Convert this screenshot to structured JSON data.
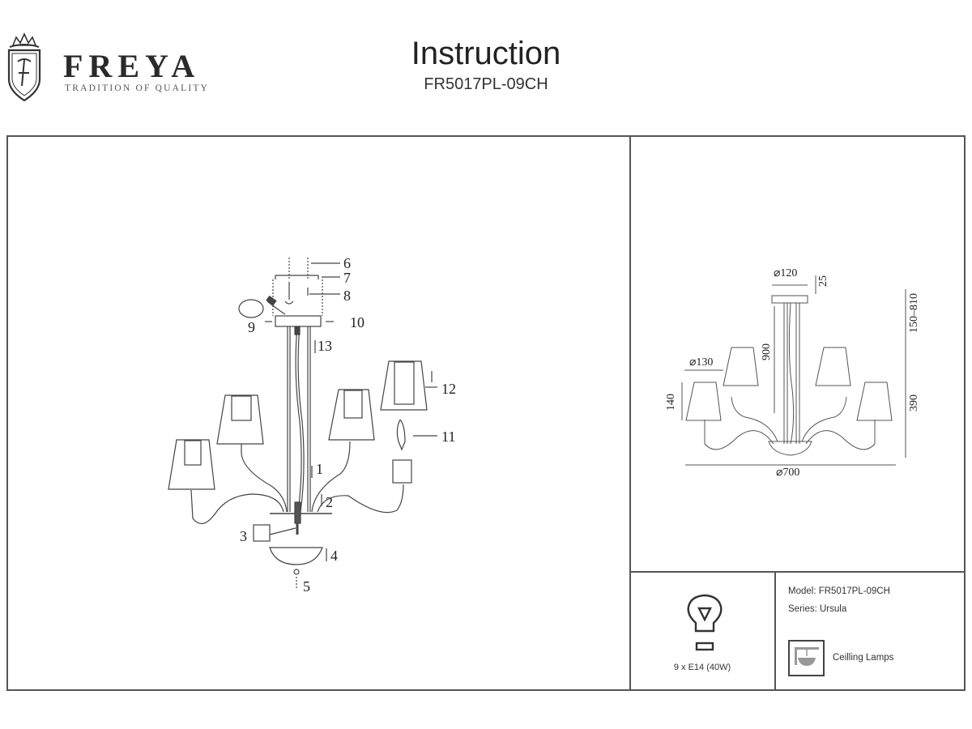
{
  "header": {
    "brand": "FREYA",
    "tagline": "TRADITION OF QUALITY",
    "title": "Instruction",
    "model_code": "FR5017PL-09CH"
  },
  "assembly_diagram": {
    "part_labels": [
      "1",
      "2",
      "3",
      "4",
      "5",
      "6",
      "7",
      "8",
      "9",
      "10",
      "11",
      "12",
      "13"
    ]
  },
  "dimensions": {
    "canopy_diameter": "⌀120",
    "canopy_height": "25",
    "rod_length": "900",
    "adjustable_height": "150–810",
    "body_height": "390",
    "shade_diameter": "⌀130",
    "shade_height": "140",
    "overall_diameter": "⌀700"
  },
  "specs": {
    "bulb_icon": "lightbulb-icon",
    "bulbs": "9 x E14 (40W)",
    "model": "Model: FR5017PL-09CH",
    "series": "Series: Ursula",
    "category_icon": "ceiling-lamp-icon",
    "category": "Ceilling Lamps"
  }
}
